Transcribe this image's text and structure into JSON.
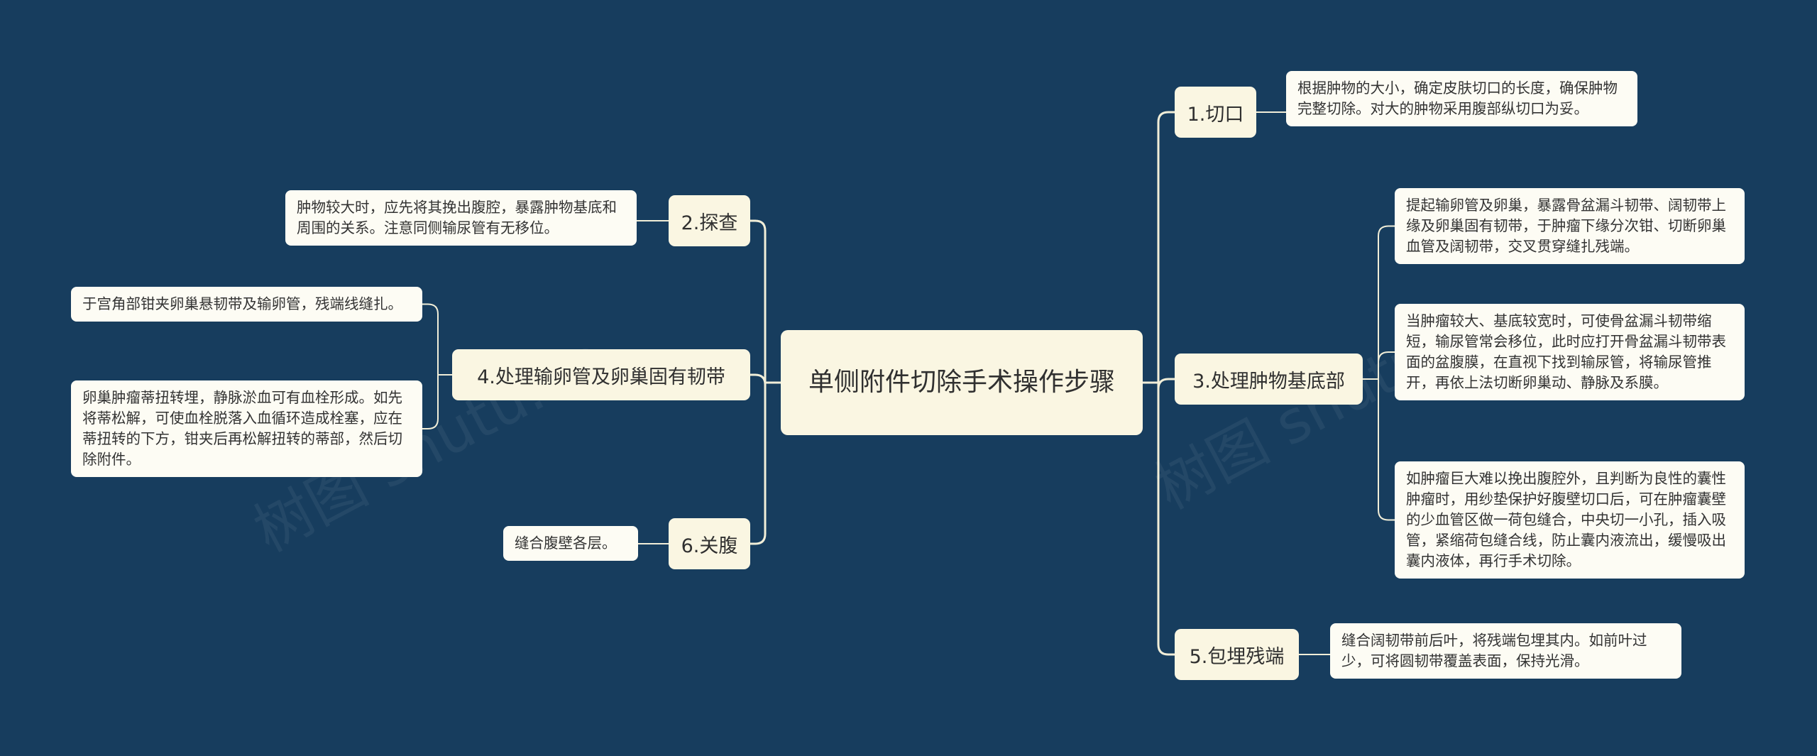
{
  "central": {
    "title": "单侧附件切除手术操作步骤"
  },
  "watermarks": [
    "树图 shutu.cn",
    "树图 shutu.cn"
  ],
  "branches": {
    "b1": {
      "label": "1.切口",
      "leaves": [
        "根据肿物的大小，确定皮肤切口的长度，确保肿物完整切除。对大的肿物采用腹部纵切口为妥。"
      ]
    },
    "b2": {
      "label": "2.探查",
      "leaves": [
        "肿物较大时，应先将其挽出腹腔，暴露肿物基底和周围的关系。注意同侧输尿管有无移位。"
      ]
    },
    "b3": {
      "label": "3.处理肿物基底部",
      "leaves": [
        "提起输卵管及卵巢，暴露骨盆漏斗韧带、阔韧带上缘及卵巢固有韧带，于肿瘤下缘分次钳、切断卵巢血管及阔韧带，交叉贯穿缝扎残端。",
        "当肿瘤较大、基底较宽时，可使骨盆漏斗韧带缩短，输尿管常会移位，此时应打开骨盆漏斗韧带表面的盆腹膜，在直视下找到输尿管，将输尿管推开，再依上法切断卵巢动、静脉及系膜。",
        "如肿瘤巨大难以挽出腹腔外，且判断为良性的囊性肿瘤时，用纱垫保护好腹壁切口后，可在肿瘤囊壁的少血管区做一荷包缝合，中央切一小孔，插入吸管，紧缩荷包缝合线，防止囊内液流出，缓慢吸出囊内液体，再行手术切除。"
      ]
    },
    "b4": {
      "label": "4.处理输卵管及卵巢固有韧带",
      "leaves": [
        "于宫角部钳夹卵巢悬韧带及输卵管，残端线缝扎。",
        "卵巢肿瘤蒂扭转埋，静脉淤血可有血栓形成。如先将蒂松解，可使血栓脱落入血循环造成栓塞，应在蒂扭转的下方，钳夹后再松解扭转的蒂部，然后切除附件。"
      ]
    },
    "b5": {
      "label": "5.包埋残端",
      "leaves": [
        "缝合阔韧带前后叶，将残端包埋其内。如前叶过少，可将圆韧带覆盖表面，保持光滑。"
      ]
    },
    "b6": {
      "label": "6.关腹",
      "leaves": [
        "缝合腹壁各层。"
      ]
    }
  }
}
